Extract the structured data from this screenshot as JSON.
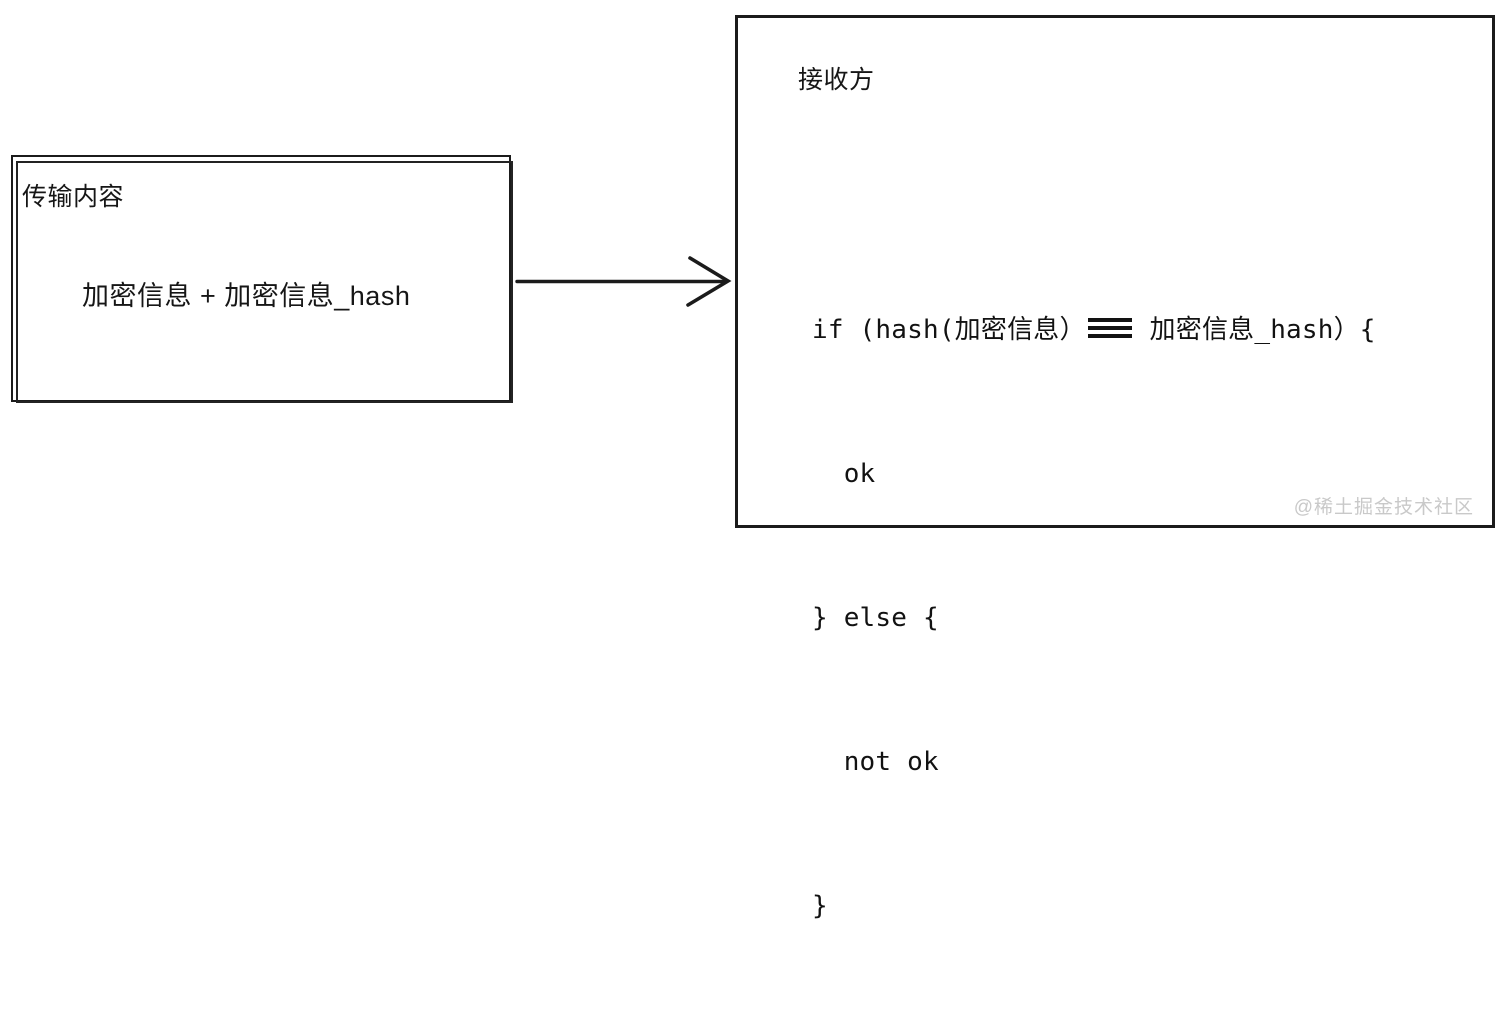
{
  "diagram": {
    "title": "hash verification flow",
    "colors": {
      "stroke": "#1b1b1b",
      "text": "#161616",
      "code_text": "#121212",
      "watermark": "#c9c9c9",
      "background": "#ffffff"
    },
    "transmission_box": {
      "label": "传输内容",
      "content": "加密信息 + 加密信息_hash"
    },
    "arrow": {
      "name": "transmission-arrow",
      "direction": "right",
      "style": "open-arrowhead"
    },
    "receiver_box": {
      "label": "接收方",
      "code_lines": [
        {
          "id": "line-if",
          "before_eq": "if (hash(加密信息）",
          "operator": "===",
          "after_eq": " 加密信息_hash）{"
        },
        {
          "id": "line-ok",
          "text": "  ok"
        },
        {
          "id": "line-else",
          "text": "} else {"
        },
        {
          "id": "line-not-ok",
          "text": "  not ok"
        },
        {
          "id": "line-close",
          "text": "}"
        }
      ]
    },
    "watermark": "@稀土掘金技术社区"
  }
}
